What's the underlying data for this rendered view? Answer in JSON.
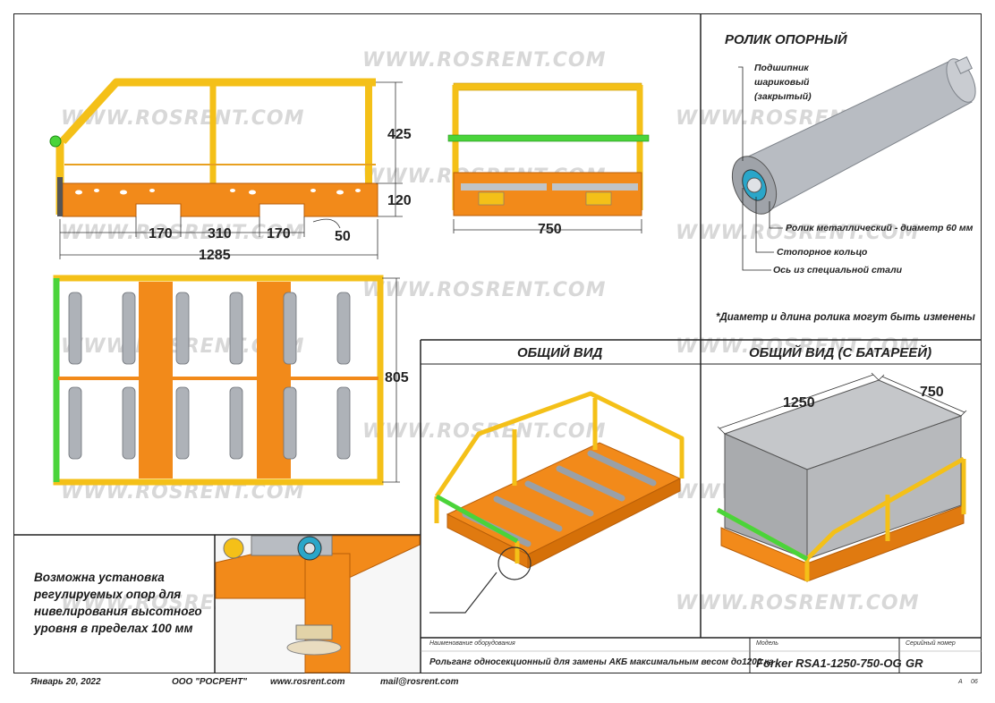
{
  "watermark": "WWW.ROSRENT.COM",
  "dimensions": {
    "height_top": "425",
    "height_base": "120",
    "seg1": "170",
    "seg2": "310",
    "seg3": "170",
    "offset": "50",
    "length": "1285",
    "width_front": "750",
    "depth_plan": "805",
    "iso_length": "1250",
    "iso_width": "750"
  },
  "roller": {
    "title": "РОЛИК ОПОРНЫЙ",
    "bearing_label_line1": "Подшипник",
    "bearing_label_line2": "шариковый",
    "bearing_label_line3": "(закрытый)",
    "metal_label": "Ролик металлический - диаметр 60 мм",
    "ring_label": "Стопорное кольцо",
    "axis_label": "Ось из специальной стали",
    "note": "*Диаметр и длина ролика могут быть изменены"
  },
  "views": {
    "general": "ОБЩИЙ ВИД",
    "general_battery": "ОБЩИЙ ВИД (С БАТАРЕЕЙ)"
  },
  "adjust_note": "Возможна установка регулируемых опор для нивелирования высотного уровня в пределах 100 мм",
  "title_block": {
    "equipment_caption": "Наименование оборудования",
    "equipment_value": "Рольганг односекционный для замены АКБ максимальным весом до1200 кг",
    "model_caption": "Модель",
    "model_value": "Forker RSA1-1250-750-OG",
    "serial_caption": "Серийный номер",
    "serial_value": "GR",
    "sheet_a": "A",
    "sheet_b": "06"
  },
  "footer": {
    "date": "Январь 20, 2022",
    "company": "ООО \"РОСРЕНТ\"",
    "site": "www.rosrent.com",
    "mail": "mail@rosrent.com"
  },
  "colors": {
    "frame": "#f4c018",
    "body": "#f28a1a",
    "accent": "#4ad43a",
    "roller": "#b8bcc2"
  }
}
